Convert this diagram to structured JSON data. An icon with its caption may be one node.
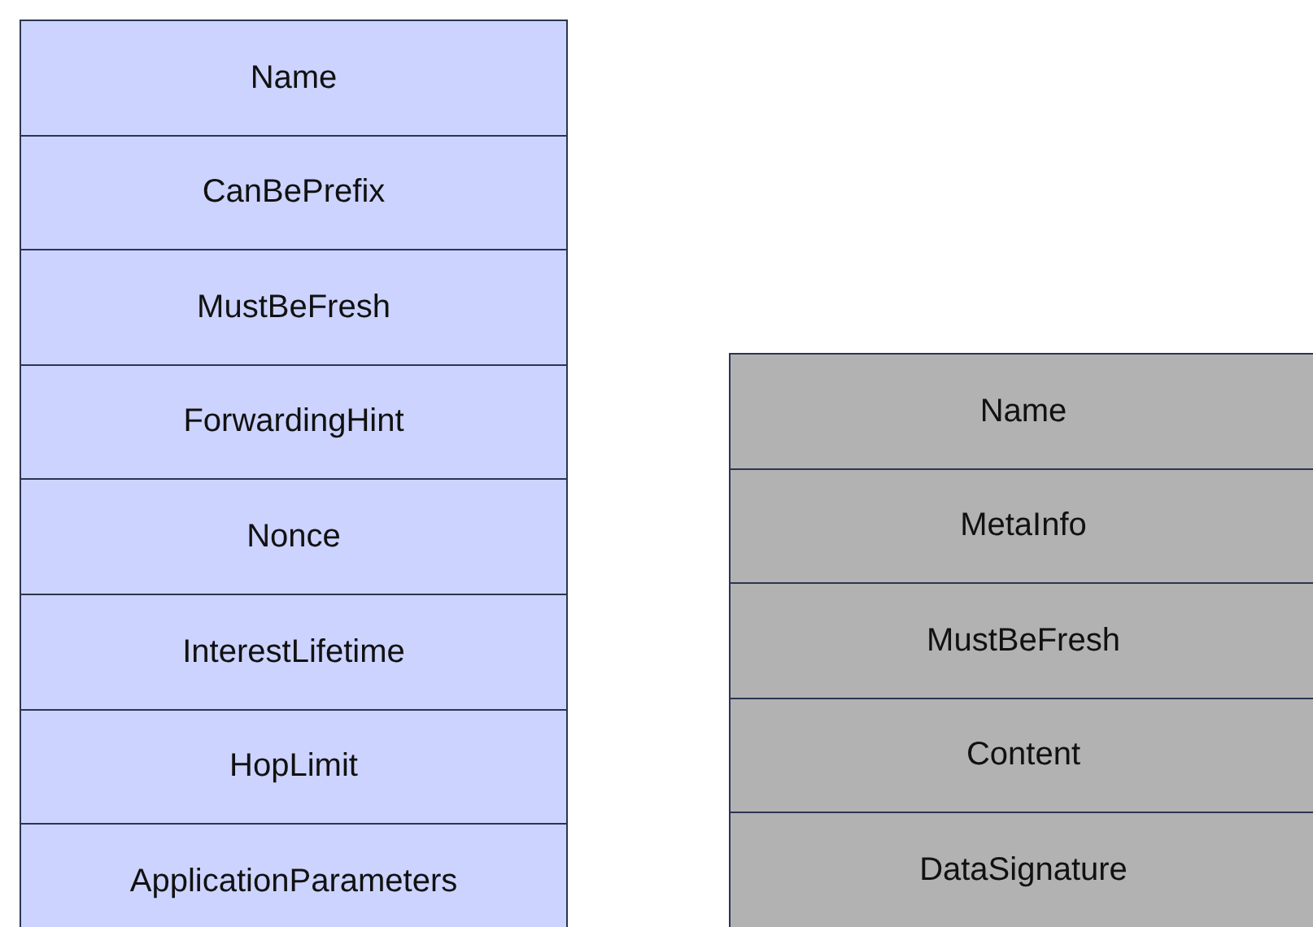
{
  "diagram": {
    "nodes": [
      {
        "text": [
          "Name"
        ]
      },
      {
        "text": [
          "CanBePrefix"
        ]
      },
      {
        "text": [
          "MustBeFresh"
        ]
      },
      {
        "text": [
          "ForwardingHint"
        ]
      },
      {
        "text": [
          "Nonce"
        ]
      },
      {
        "text": [
          "InterestLifetime"
        ]
      },
      {
        "text": [
          "HopLimit"
        ]
      },
      {
        "text": [
          "ApplicationParameters"
        ]
      },
      {
        "text": [
          "Name"
        ]
      },
      {
        "text": [
          "MetaInfo"
        ]
      },
      {
        "text": [
          "MustBeFresh"
        ]
      },
      {
        "text": [
          "Content"
        ]
      },
      {
        "text": [
          "DataSignature"
        ]
      }
    ]
  }
}
